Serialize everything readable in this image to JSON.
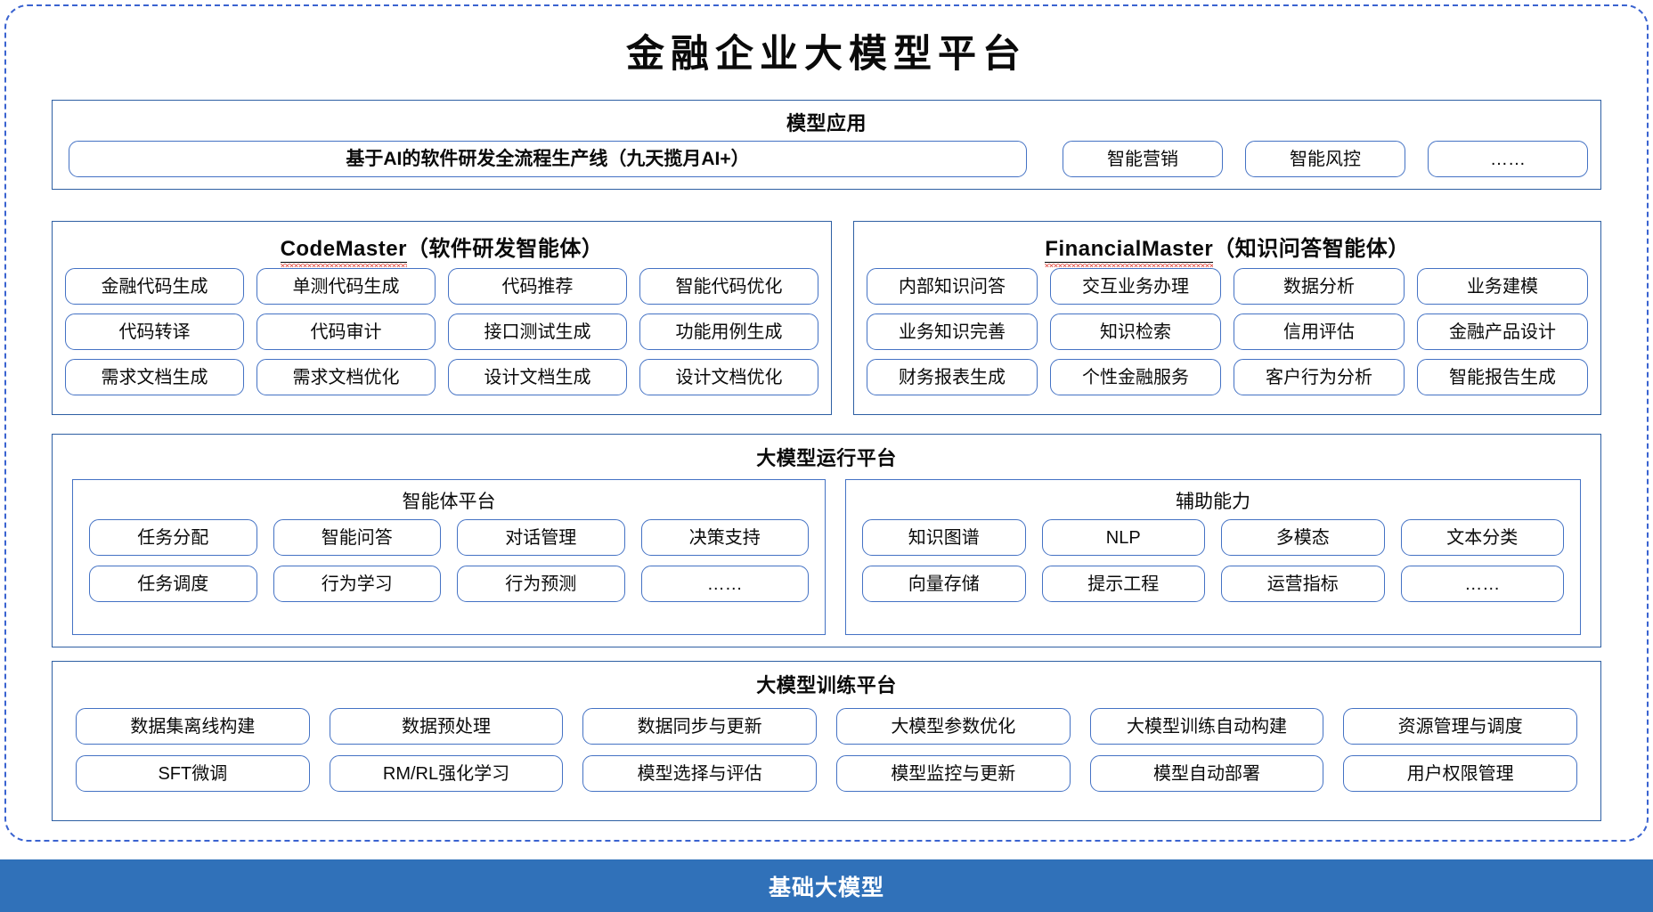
{
  "title": "金融企业大模型平台",
  "colors": {
    "frame_dashed": "#3A63D0",
    "section_border": "#2E5FA3",
    "pill_border": "#4472C4",
    "base_bar": "#3071B9",
    "spellcheck_squiggle": "#E03A30"
  },
  "model_application": {
    "title": "模型应用",
    "items": [
      "基于AI的软件研发全流程生产线（九天揽月AI+）",
      "智能营销",
      "智能风控",
      "……"
    ]
  },
  "agents": [
    {
      "name": "CodeMaster",
      "suffix": "（软件研发智能体）",
      "items": [
        "金融代码生成",
        "单测代码生成",
        "代码推荐",
        "智能代码优化",
        "代码转译",
        "代码审计",
        "接口测试生成",
        "功能用例生成",
        "需求文档生成",
        "需求文档优化",
        "设计文档生成",
        "设计文档优化"
      ]
    },
    {
      "name": "FinancialMaster",
      "suffix": "（知识问答智能体）",
      "items": [
        "内部知识问答",
        "交互业务办理",
        "数据分析",
        "业务建模",
        "业务知识完善",
        "知识检索",
        "信用评估",
        "金融产品设计",
        "财务报表生成",
        "个性金融服务",
        "客户行为分析",
        "智能报告生成"
      ]
    }
  ],
  "runtime_platform": {
    "title": "大模型运行平台",
    "sub_panels": [
      {
        "title": "智能体平台",
        "items": [
          "任务分配",
          "智能问答",
          "对话管理",
          "决策支持",
          "任务调度",
          "行为学习",
          "行为预测",
          "……"
        ]
      },
      {
        "title": "辅助能力",
        "items": [
          "知识图谱",
          "NLP",
          "多模态",
          "文本分类",
          "向量存储",
          "提示工程",
          "运营指标",
          "……"
        ]
      }
    ]
  },
  "training_platform": {
    "title": "大模型训练平台",
    "items": [
      "数据集离线构建",
      "数据预处理",
      "数据同步与更新",
      "大模型参数优化",
      "大模型训练自动构建",
      "资源管理与调度",
      "SFT微调",
      "RM/RL强化学习",
      "模型选择与评估",
      "模型监控与更新",
      "模型自动部署",
      "用户权限管理"
    ]
  },
  "base_layer": {
    "label": "基础大模型"
  }
}
